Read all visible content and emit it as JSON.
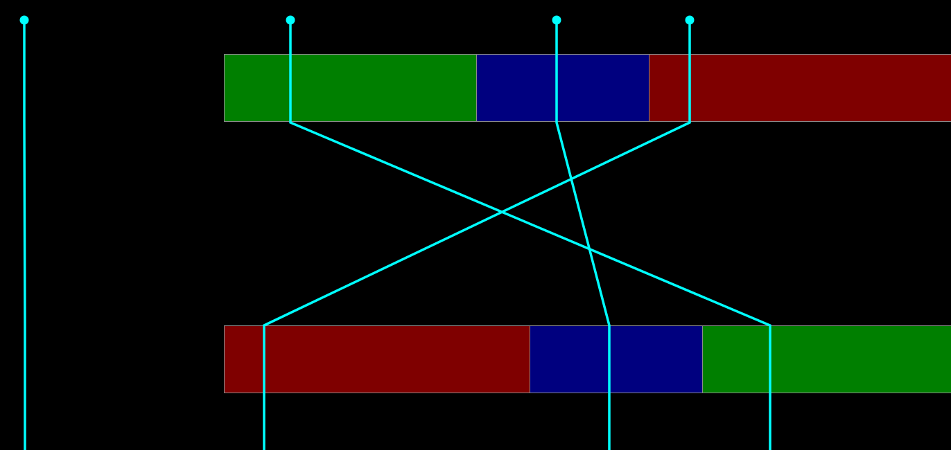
{
  "colors": {
    "background": "#000000",
    "green": "#007f00",
    "blue": "#00007f",
    "red": "#7f0000",
    "connector": "#00ffff",
    "block_border": "#8a8a8a"
  },
  "top_row": {
    "blocks": [
      {
        "id": "top-green",
        "color": "green"
      },
      {
        "id": "top-blue",
        "color": "blue"
      },
      {
        "id": "top-red",
        "color": "red"
      }
    ]
  },
  "bottom_row": {
    "blocks": [
      {
        "id": "bottom-red",
        "color": "red"
      },
      {
        "id": "bottom-blue",
        "color": "blue"
      },
      {
        "id": "bottom-green",
        "color": "green"
      }
    ]
  },
  "connectors": [
    {
      "id": "passthrough",
      "from": "none",
      "to": "none"
    },
    {
      "id": "green-link",
      "from": "top-green",
      "to": "bottom-green"
    },
    {
      "id": "blue-link",
      "from": "top-blue",
      "to": "bottom-blue"
    },
    {
      "id": "red-link",
      "from": "top-red",
      "to": "bottom-red"
    }
  ]
}
